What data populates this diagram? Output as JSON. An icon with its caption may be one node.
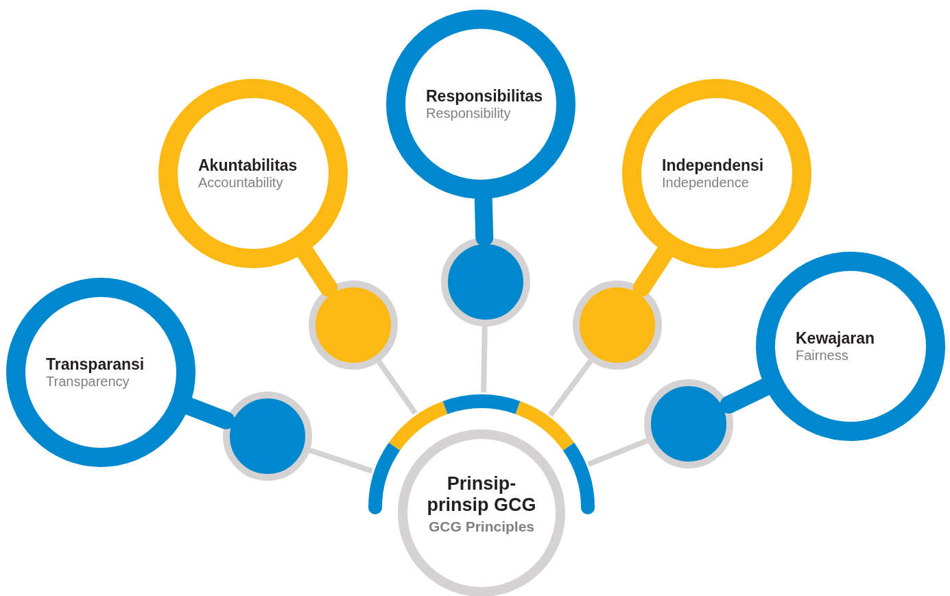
{
  "diagram": {
    "nodes": [
      {
        "text": [
          "Transparansi",
          "Transparency"
        ]
      },
      {
        "text": [
          "Akuntabilitas",
          "Accountability"
        ]
      },
      {
        "text": [
          "Responsibilitas",
          "Responsibility"
        ]
      },
      {
        "text": [
          "Independensi",
          "Independence"
        ]
      },
      {
        "text": [
          "Kewajaran",
          "Fairness"
        ]
      },
      {
        "text": [],
        "shape": "circle"
      },
      {
        "text": [],
        "shape": "circle"
      },
      {
        "text": [],
        "shape": "circle"
      },
      {
        "text": [],
        "shape": "circle"
      },
      {
        "text": [],
        "shape": "circle"
      },
      {
        "text": [
          "Prinsip-prinsip GCG",
          "GCG Principles"
        ]
      }
    ],
    "edges": [
      {
        "from": 10,
        "to": 5,
        "arrow": "none"
      },
      {
        "from": 5,
        "to": 0,
        "arrow": "none",
        "style": "thick",
        "color": "#0088cf"
      },
      {
        "from": 10,
        "to": 6,
        "arrow": "none"
      },
      {
        "from": 6,
        "to": 1,
        "arrow": "none",
        "style": "thick",
        "color": "#fdb913"
      },
      {
        "from": 10,
        "to": 7,
        "arrow": "none"
      },
      {
        "from": 7,
        "to": 2,
        "arrow": "none",
        "style": "thick",
        "color": "#0088cf"
      },
      {
        "from": 10,
        "to": 8,
        "arrow": "none"
      },
      {
        "from": 8,
        "to": 3,
        "arrow": "none",
        "style": "thick",
        "color": "#fdb913"
      },
      {
        "from": 10,
        "to": 9,
        "arrow": "none"
      },
      {
        "from": 9,
        "to": 4,
        "arrow": "none",
        "style": "thick",
        "color": "#0088cf"
      }
    ]
  }
}
